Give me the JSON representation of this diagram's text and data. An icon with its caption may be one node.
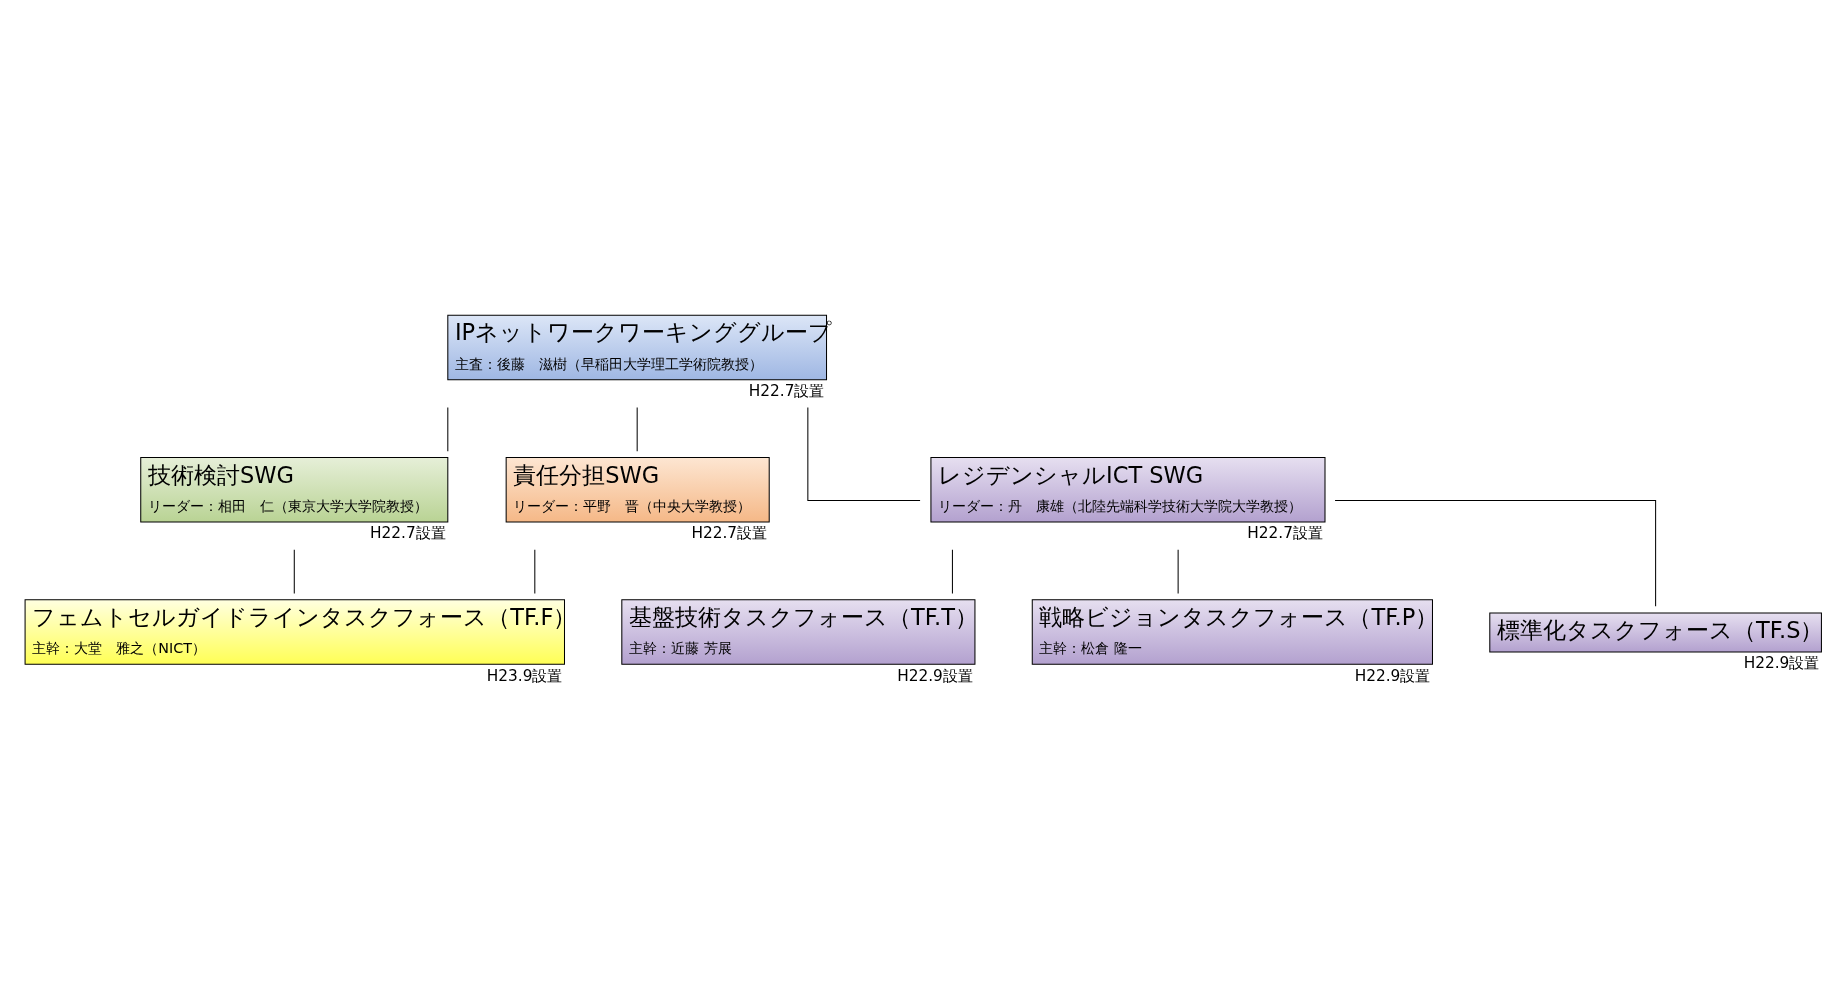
{
  "diagram": {
    "nodes": [
      {
        "text": [
          "IPネットワークワーキンググループ",
          "主査：後藤　滋樹（早稲田大学理工学術院教授）"
        ],
        "beside": [
          "H22.7設置"
        ]
      },
      {
        "text": [
          "技術検討SWG",
          "リーダー：相田　仁（東京大学大学院教授）"
        ],
        "beside": [
          "H22.7設置"
        ]
      },
      {
        "text": [
          "責任分担SWG",
          "リーダー：平野　晋（中央大学教授）"
        ],
        "beside": [
          "H22.7設置"
        ]
      },
      {
        "text": [
          "レジデンシャルICT SWG",
          "リーダー：丹　康雄（北陸先端科学技術大学院大学教授）"
        ],
        "beside": [
          "H22.7設置"
        ]
      },
      {
        "text": [
          "フェムトセルガイドラインタスクフォース（TF.F）",
          "主幹：大堂　雅之（NICT）"
        ],
        "beside": [
          "H23.9設置"
        ]
      },
      {
        "text": [
          "基盤技術タスクフォース（TF.T）",
          "主幹：近藤 芳展"
        ],
        "beside": [
          "H22.9設置"
        ]
      },
      {
        "text": [
          "戦略ビジョンタスクフォース（TF.P）",
          "主幹：松倉 隆一"
        ],
        "beside": [
          "H22.9設置"
        ]
      },
      {
        "text": [
          "標準化タスクフォース（TF.S）"
        ],
        "beside": [
          "H22.9設置"
        ]
      }
    ],
    "edges": [
      {
        "from": 0,
        "to": 1,
        "arrow": "none"
      },
      {
        "from": 0,
        "to": 2,
        "arrow": "none"
      },
      {
        "from": 0,
        "to": 3,
        "arrow": "none"
      },
      {
        "from": 1,
        "to": 4,
        "arrow": "none"
      },
      {
        "from": 2,
        "to": 4,
        "arrow": "none"
      },
      {
        "from": 3,
        "to": 5,
        "arrow": "none"
      },
      {
        "from": 3,
        "to": 7,
        "arrow": "none"
      },
      {
        "from": 3,
        "to": 6,
        "arrow": "none"
      }
    ]
  }
}
